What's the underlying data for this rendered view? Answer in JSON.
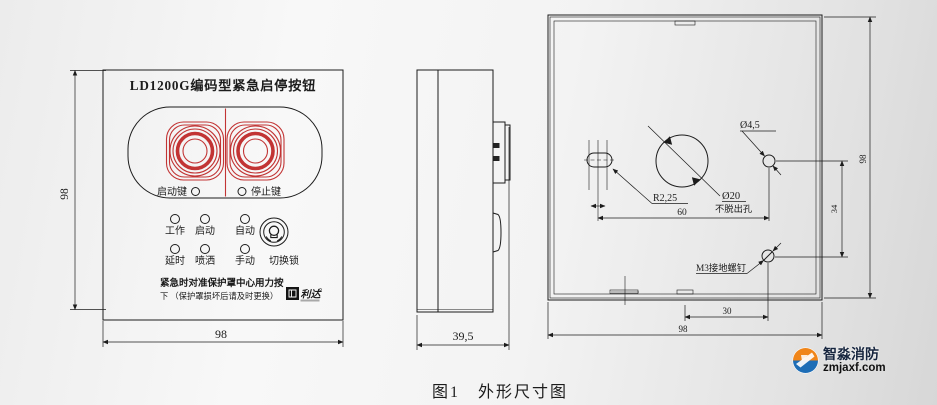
{
  "front_view": {
    "title": "LD1200G编码型紧急启停按钮",
    "start_key_label": "启动键",
    "stop_key_label": "停止键",
    "led_row1": [
      "工作",
      "启动",
      "自动"
    ],
    "led_row2": [
      "延时",
      "喷洒",
      "手动"
    ],
    "lock_label": "切换锁",
    "warning_line1": "紧急时对准保护罩中心用力按",
    "warning_line2": "下 （保护罩损坏后请及时更换）",
    "brand": "利达",
    "dim_height": "98",
    "dim_width": "98"
  },
  "side_view": {
    "dim_depth": "39,5"
  },
  "back_view": {
    "label_small_hole": "Ø4,5",
    "label_slot": "R2,25",
    "label_big_hole": "Ø20",
    "label_big_hole_note": "不脱出孔",
    "label_ground_screw": "M3接地螺钉",
    "dim_holes_span": "60",
    "dim_screw_offset": "30",
    "dim_screw_vertical": "34",
    "dim_width": "98",
    "dim_height": "98"
  },
  "caption": "图1　外形尺寸图",
  "watermark": {
    "brand": "智淼消防",
    "site": "zmjaxf.com"
  },
  "colors": {
    "line": "#1c1c1c",
    "button_red": "#c23434",
    "watermark_orange": "#f08519",
    "watermark_blue": "#1d6db6",
    "watermark_text": "#16253e"
  }
}
